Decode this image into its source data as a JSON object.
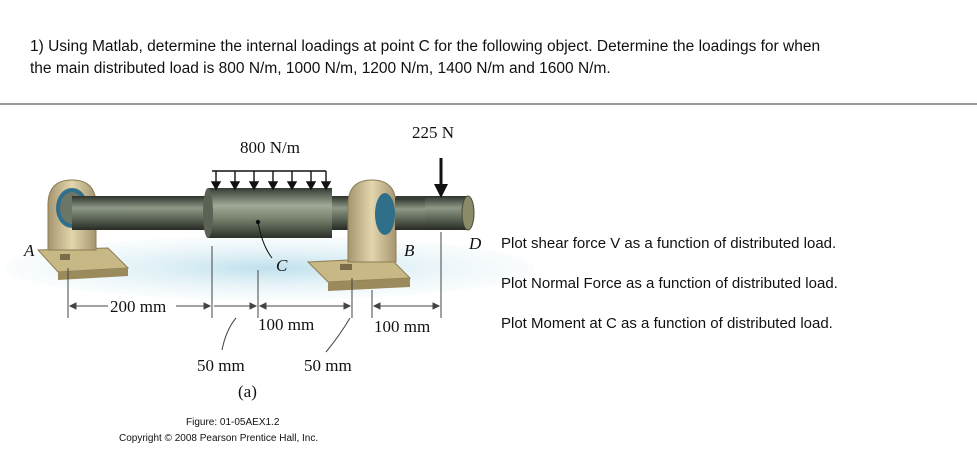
{
  "question": {
    "line1": "1) Using Matlab, determine the internal loadings at point C for the following object. Determine the loadings for when",
    "line2": "the main distributed load is 800 N/m, 1000 N/m, 1200 N/m, 1400 N/m and 1600 N/m."
  },
  "figure": {
    "distributed_load": "800 N/m",
    "point_load": "225 N",
    "point_a": "A",
    "point_b": "B",
    "point_c": "C",
    "point_d": "D",
    "dim_200": "200 mm",
    "dim_100_left": "100 mm",
    "dim_100_right": "100 mm",
    "dim_50_left": "50 mm",
    "dim_50_right": "50 mm",
    "sublabel": "(a)",
    "figure_id": "Figure: 01-05AEX1.2",
    "copyright": "Copyright © 2008 Pearson Prentice Hall, Inc."
  },
  "tasks": [
    "Plot shear force V as a function of distributed load.",
    "Plot Normal Force as a function of distributed load.",
    "Plot Moment at C as a function of distributed load."
  ]
}
